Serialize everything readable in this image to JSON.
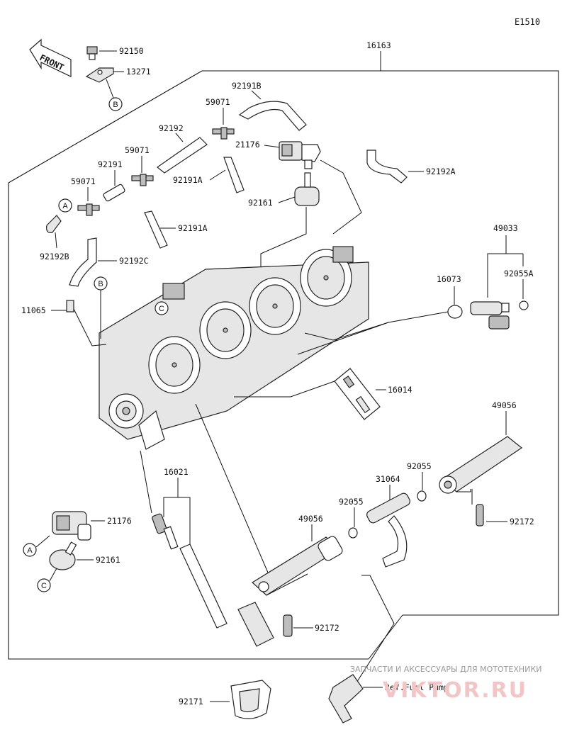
{
  "figure_code": "E1510",
  "front_label": "FRONT",
  "ref_note": "Ref.Fuel Pump",
  "watermark": {
    "tagline": "ЗАПЧАСТИ И АКСЕССУАРЫ ДЛЯ МОТОТЕХНИКИ",
    "brand": "VIKTOR.RU"
  },
  "callouts": {
    "c_A1": "A",
    "c_A2": "A",
    "c_B1": "B",
    "c_B2": "B",
    "c_C1": "C",
    "c_C2": "C"
  },
  "parts": {
    "p_92150": "92150",
    "p_13271": "13271",
    "p_16163": "16163",
    "p_92191B": "92191B",
    "p_59071_a": "59071",
    "p_92192": "92192",
    "p_21176_a": "21176",
    "p_59071_b": "59071",
    "p_92191": "92191",
    "p_59071_c": "59071",
    "p_92191A_a": "92191A",
    "p_92192A": "92192A",
    "p_92161_a": "92161",
    "p_92191A_b": "92191A",
    "p_92192B": "92192B",
    "p_92192C": "92192C",
    "p_49033": "49033",
    "p_92055A": "92055A",
    "p_16073": "16073",
    "p_11065": "11065",
    "p_16014": "16014",
    "p_49056_a": "49056",
    "p_16021": "16021",
    "p_92055_a": "92055",
    "p_31064": "31064",
    "p_92055_b": "92055",
    "p_49056_b": "49056",
    "p_21176_b": "21176",
    "p_92172_a": "92172",
    "p_92161_b": "92161",
    "p_92172_b": "92172",
    "p_92171": "92171"
  }
}
